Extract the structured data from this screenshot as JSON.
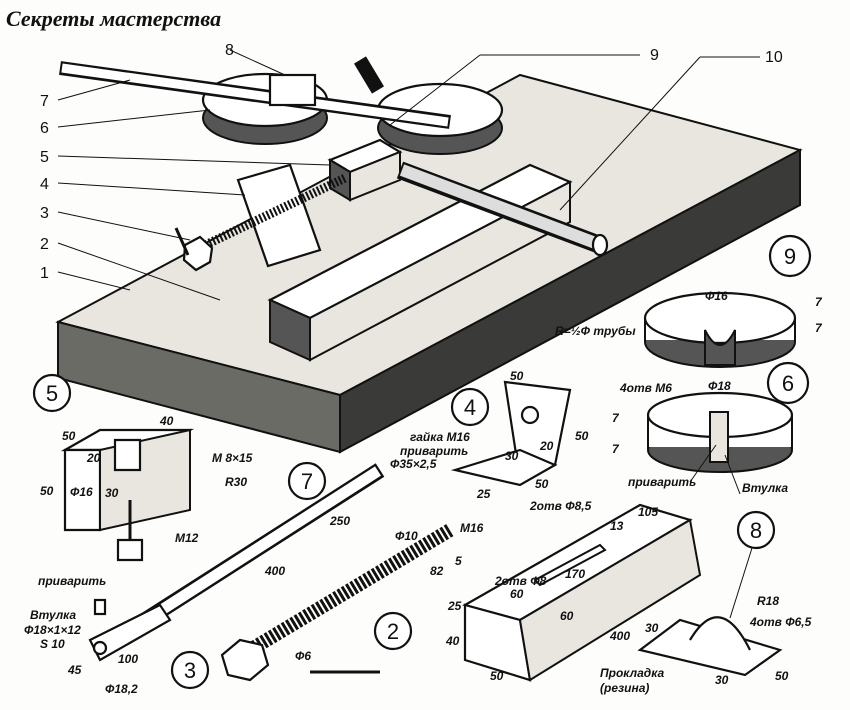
{
  "title": "Секреты мастерства",
  "assembly_callouts": [
    "1",
    "2",
    "3",
    "4",
    "5",
    "6",
    "7",
    "8",
    "9",
    "10"
  ],
  "part9": {
    "number": "9",
    "dia": "Ф16",
    "radius": "R=½Ф трубы",
    "h1": "7",
    "h2": "7"
  },
  "part6": {
    "number": "6",
    "holes": "4отв М6",
    "dia": "Ф18",
    "h1": "7",
    "h2": "7",
    "weld": "приварить",
    "bushing": "Втулка"
  },
  "part4": {
    "number": "4",
    "w": "50",
    "h": "50",
    "d20": "20",
    "d30": "30",
    "d25": "25",
    "d50b": "50",
    "nut": "гайка М16",
    "weld": "приварить",
    "holes": "2отв Ф8,5"
  },
  "part5": {
    "number": "5",
    "w50": "50",
    "l40": "40",
    "d20": "20",
    "h50": "50",
    "dia": "Ф16",
    "d30": "30",
    "bolt": "М 8×15",
    "radius": "R30",
    "thread": "М12"
  },
  "part7": {
    "number": "7",
    "pipe": "Ф35×2,5",
    "len400": "400",
    "len250": "250",
    "weld": "приварить",
    "bushing": "Втулка",
    "bushing_size": "Ф18×1×12",
    "s": "S 10",
    "w45": "45",
    "l100": "100",
    "hole": "Ф18,2"
  },
  "part3": {
    "number": "3",
    "rod": "Ф10",
    "thread": "М16",
    "l82": "82",
    "l5": "5",
    "pin": "Ф6"
  },
  "part2": {
    "number": "2",
    "holes": "2отв Ф8",
    "d25": "25",
    "d60a": "60",
    "slot": "170",
    "d13": "13",
    "d105": "105",
    "d60b": "60",
    "len": "400",
    "h": "40",
    "w": "50"
  },
  "part8": {
    "number": "8",
    "radius": "R18",
    "holes": "4отв Ф6,5",
    "d30a": "30",
    "d30b": "30",
    "w50": "50",
    "pad": "Прокладка",
    "pad_mat": "(резина)"
  }
}
